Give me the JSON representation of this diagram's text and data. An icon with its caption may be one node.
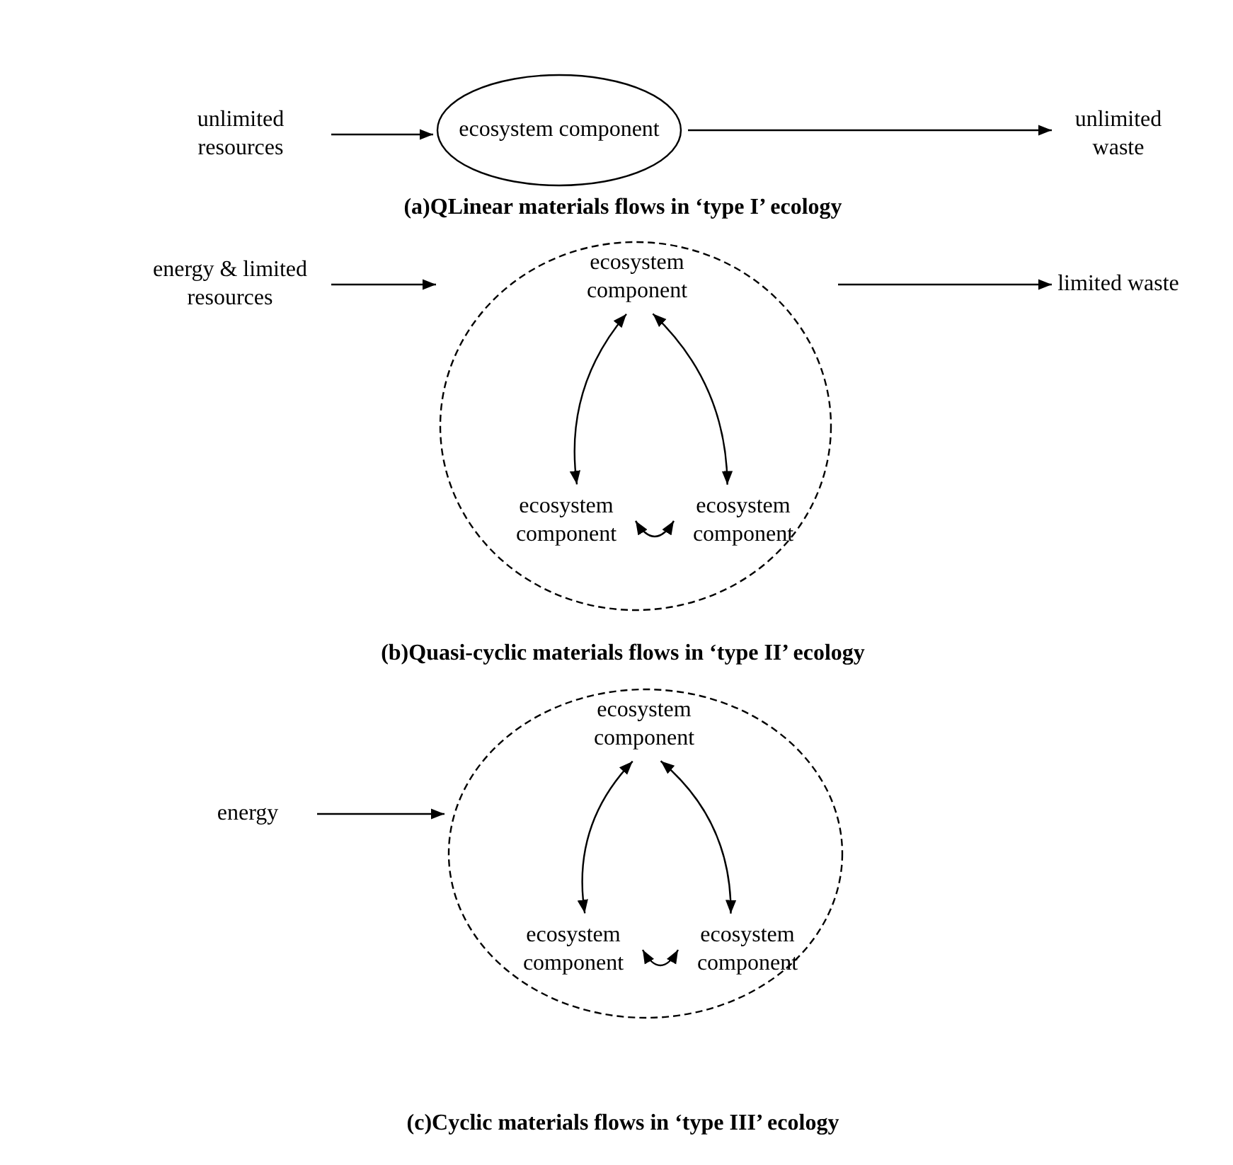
{
  "diagram": {
    "nodes": [
      {
        "text": [
          "unlimited resources"
        ]
      },
      {
        "text": [
          "ecosystem component"
        ]
      },
      {
        "text": [
          "unlimited waste"
        ]
      },
      {
        "text": [
          "energy & limited resources"
        ]
      },
      {
        "text": [],
        "shape": "circle"
      },
      {
        "text": [
          "ecosystem component"
        ],
        "in": 4
      },
      {
        "text": [
          "ecosystem component"
        ],
        "in": 4
      },
      {
        "text": [
          "ecosystem component"
        ],
        "in": 4
      },
      {
        "text": [
          "limited waste"
        ]
      },
      {
        "text": [
          "energy"
        ]
      },
      {
        "text": [],
        "shape": "circle"
      },
      {
        "text": [
          "ecosystem component"
        ],
        "in": 10
      },
      {
        "text": [
          "ecosystem component"
        ],
        "in": 10
      },
      {
        "text": [
          "ecosystem component"
        ],
        "in": 10
      }
    ],
    "edges": [
      {
        "from": 0,
        "to": 1,
        "arrow": "to"
      },
      {
        "from": 1,
        "to": 2,
        "arrow": "to"
      },
      {
        "from": 3,
        "to": 4,
        "arrow": "to"
      },
      {
        "from": 5,
        "to": 6,
        "arrow": "both"
      },
      {
        "from": 5,
        "to": 7,
        "arrow": "both"
      },
      {
        "from": 6,
        "to": 7,
        "arrow": "both"
      },
      {
        "from": 4,
        "to": 8,
        "arrow": "to"
      },
      {
        "from": 9,
        "to": 10,
        "arrow": "to"
      },
      {
        "from": 11,
        "to": 12,
        "arrow": "both"
      },
      {
        "from": 11,
        "to": 13,
        "arrow": "both"
      },
      {
        "from": 12,
        "to": 13,
        "arrow": "both"
      }
    ],
    "labels": [
      "(a)QLinear materials flows in ‘type I’ ecology",
      "(b)Quasi-cyclic materials flows in ‘type II’ ecology",
      "(c)Cyclic materials flows in ‘type III’ ecology"
    ]
  }
}
